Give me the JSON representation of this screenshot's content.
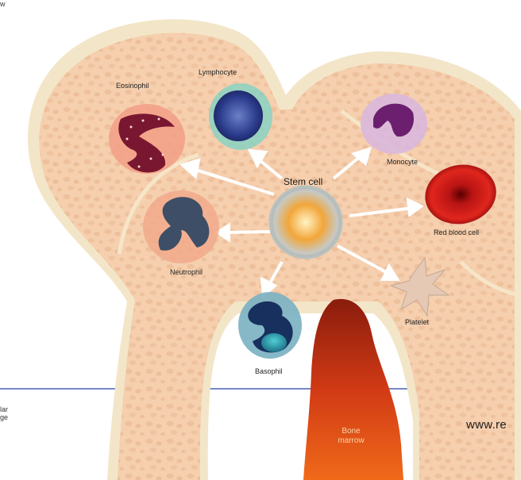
{
  "labels": {
    "eosinophil": "Eosinophil",
    "lymphocyte": "Lymphocyte",
    "monocyte": "Monocyte",
    "stem_cell": "Stem cell",
    "red_blood_cell": "Red blood cell",
    "neutrophil": "Neutrophil",
    "platelet": "Platelet",
    "basophil": "Basophil",
    "bone_marrow_line1": "Bone",
    "bone_marrow_line2": "marrow"
  },
  "cropped_text": {
    "top_left": "w",
    "left_line1": "lar",
    "left_line2": "ge",
    "url": "www.re"
  },
  "colors": {
    "bone_fill": "#f5cfae",
    "bone_outline": "#f3e6c8",
    "marrow": "#d8401a",
    "rule_line": "#4a5fb0",
    "arrow": "#ffffff"
  }
}
